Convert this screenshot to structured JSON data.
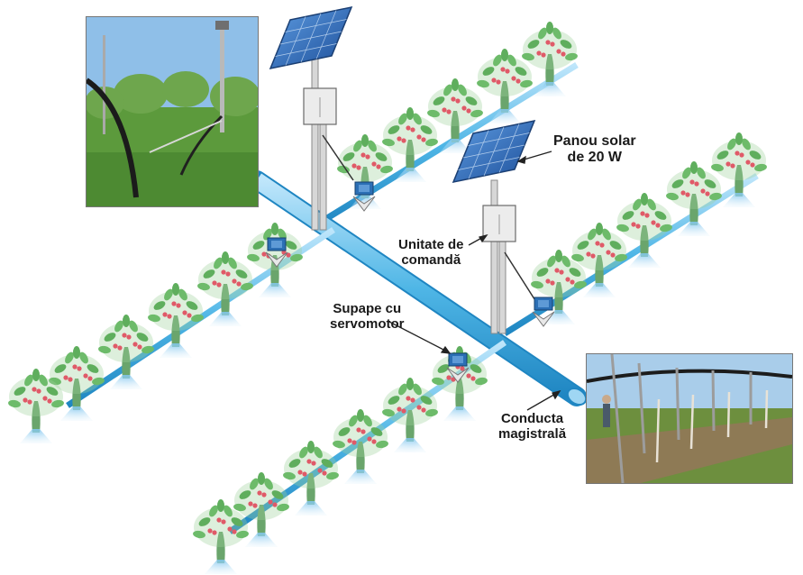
{
  "labels": {
    "solar_panel": [
      "Panou solar",
      "de 20 W"
    ],
    "control_unit": [
      "Unitate de",
      "comandă"
    ],
    "servo_valves": [
      "Supape cu",
      "servomotor"
    ],
    "main_pipe": [
      "Conducta",
      "magistrală"
    ]
  },
  "colors": {
    "pipe": "#4fb6e6",
    "pipe_dark": "#1f86c2",
    "leaf": "#6dbb6a",
    "cherry": "#e05a68",
    "panel": "#2f6fc4",
    "trunk": "#6aa56c",
    "spray": "#b8dcf3"
  },
  "icons": {
    "tree": "cherry-tree-icon",
    "valve": "servo-valve-icon",
    "panel": "solar-panel-icon",
    "box": "control-box-icon"
  }
}
